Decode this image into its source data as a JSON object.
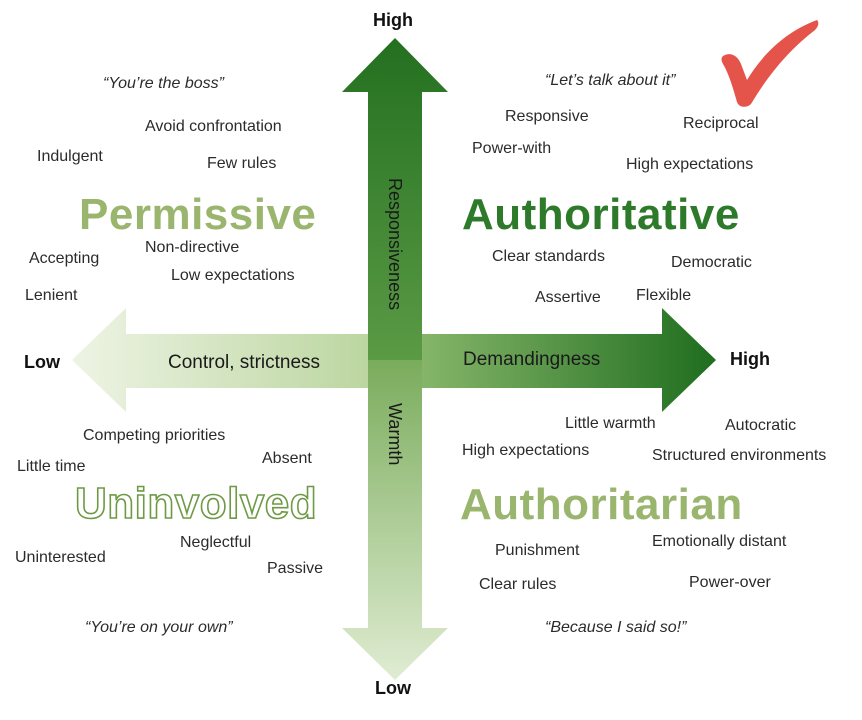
{
  "axes": {
    "vertical": {
      "top_label": "High",
      "bottom_label": "Low",
      "upper_label": "Responsiveness",
      "lower_label": "Warmth"
    },
    "horizontal": {
      "left_label": "Low",
      "right_label": "High",
      "left_arm_label": "Control, strictness",
      "right_arm_label": "Demandingness"
    }
  },
  "quadrants": {
    "permissive": {
      "name": "Permissive",
      "quote": "“You’re the boss”",
      "traits": [
        "Avoid confrontation",
        "Indulgent",
        "Few rules",
        "Non-directive",
        "Accepting",
        "Low expectations",
        "Lenient"
      ]
    },
    "authoritative": {
      "name": "Authoritative",
      "quote": "“Let’s talk about it”",
      "traits": [
        "Responsive",
        "Reciprocal",
        "Power-with",
        "High expectations",
        "Clear standards",
        "Democratic",
        "Assertive",
        "Flexible"
      ]
    },
    "uninvolved": {
      "name": "Uninvolved",
      "quote": "“You’re on your own”",
      "traits": [
        "Competing priorities",
        "Little time",
        "Absent",
        "Neglectful",
        "Uninterested",
        "Passive"
      ]
    },
    "authoritarian": {
      "name": "Authoritarian",
      "quote": "“Because I said so!”",
      "traits": [
        "Little warmth",
        "Autocratic",
        "High expectations",
        "Structured environments",
        "Punishment",
        "Emotionally distant",
        "Clear rules",
        "Power-over"
      ]
    }
  },
  "colors": {
    "dark_green": "#2d7a2a",
    "light_green": "#d8e6c4",
    "checkmark_red": "#e0362c"
  },
  "icons": {
    "checkmark": "checkmark-icon"
  }
}
